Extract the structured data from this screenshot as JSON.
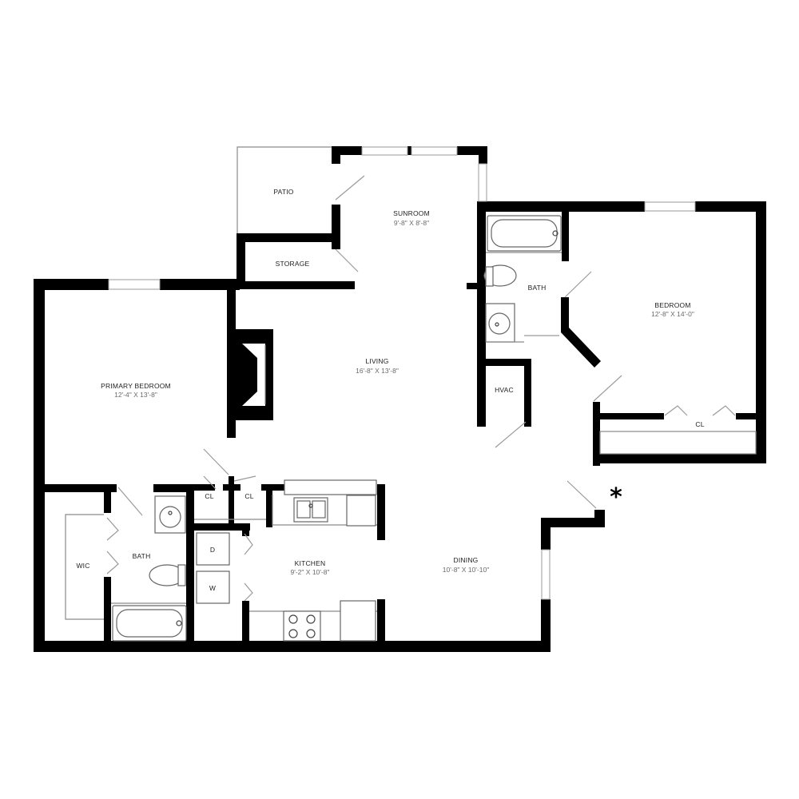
{
  "rooms": {
    "patio": {
      "name": "PATIO"
    },
    "storage": {
      "name": "STORAGE"
    },
    "sunroom": {
      "name": "SUNROOM",
      "dims": "9'-8\" X 8'-8\""
    },
    "bath_top": {
      "name": "BATH"
    },
    "bedroom": {
      "name": "BEDROOM",
      "dims": "12'-8\" X 14'-0\""
    },
    "primary_bedroom": {
      "name": "PRIMARY BEDROOM",
      "dims": "12'-4\" X 13'-8\""
    },
    "living": {
      "name": "LIVING",
      "dims": "16'-8\" X 13'-8\""
    },
    "hvac": {
      "name": "HVAC"
    },
    "cl_bedroom": {
      "name": "CL"
    },
    "cl_left": {
      "name": "CL"
    },
    "cl_right": {
      "name": "CL"
    },
    "wic": {
      "name": "WIC"
    },
    "bath_bottom": {
      "name": "BATH"
    },
    "kitchen": {
      "name": "KITCHEN",
      "dims": "9'-2\" X 10'-8\""
    },
    "dining": {
      "name": "DINING",
      "dims": "10'-8\" X 10'-10\""
    }
  },
  "appliances": {
    "dryer": "D",
    "washer": "W"
  },
  "entry_marker": "*",
  "colors": {
    "wall": "#000000",
    "background": "#ffffff",
    "fixture_line": "#8a8a8a"
  }
}
